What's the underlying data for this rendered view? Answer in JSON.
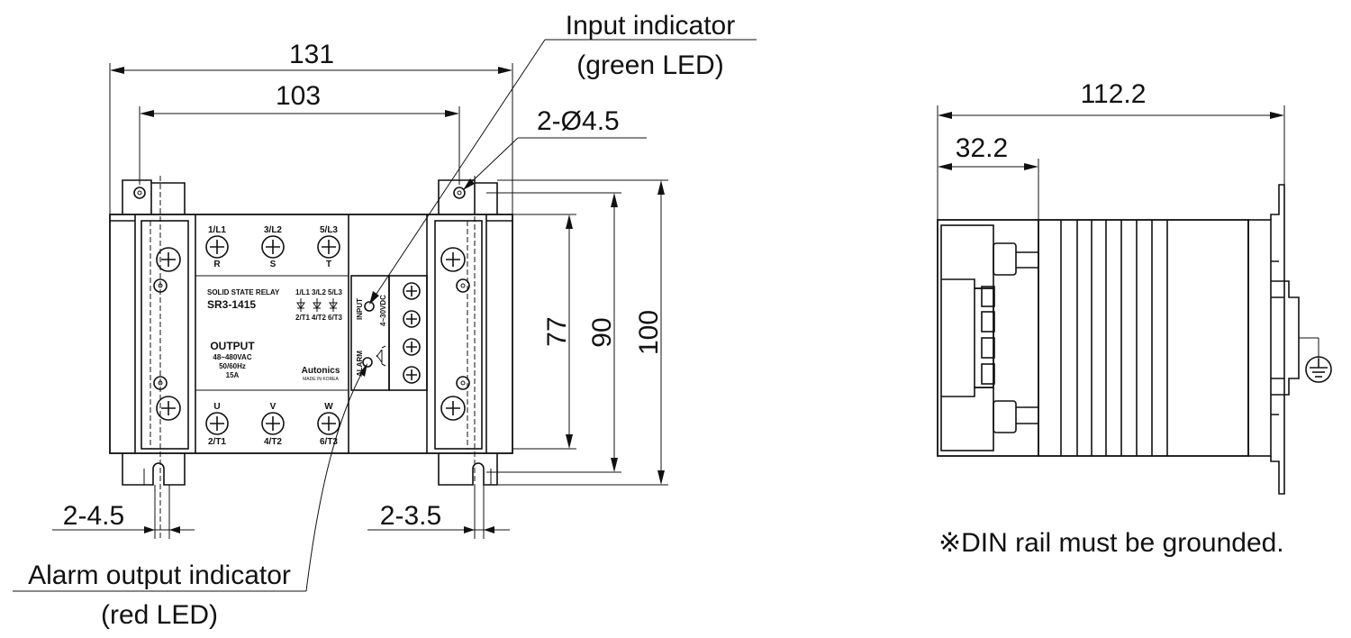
{
  "front_view": {
    "dims": {
      "overall_width": "131",
      "mount_spacing": "103",
      "height_inner": "77",
      "height_mid": "90",
      "height_total": "100",
      "hole_spec": "2-Ø4.5",
      "slot_left": "2-4.5",
      "slot_right": "2-3.5"
    },
    "callouts": {
      "input_indicator_line1": "Input indicator",
      "input_indicator_line2": "(green LED)",
      "alarm_indicator_line1": "Alarm output  indicator",
      "alarm_indicator_line2": "(red LED)"
    },
    "faceplate": {
      "top_terminals": [
        "1/L1",
        "3/L2",
        "5/L3"
      ],
      "top_phase": [
        "R",
        "S",
        "T"
      ],
      "bottom_terminals_top": [
        "U",
        "V",
        "W"
      ],
      "bottom_terminals_bottom": [
        "2/T1",
        "4/T2",
        "6/T3"
      ],
      "product_type": "SOLID STATE RELAY",
      "model": "SR3-1415",
      "output_title": "OUTPUT",
      "output_voltage": "48~480VAC",
      "output_freq": "50/60Hz",
      "output_current": "15A",
      "brand": "Autonics",
      "made_in": "MADE IN KOREA",
      "mini_top": [
        "1/L1",
        "3/L2",
        "5/L3"
      ],
      "mini_bottom": [
        "2/T1",
        "4/T2",
        "6/T3"
      ],
      "input_label": "INPUT",
      "input_range": "4~30VDC",
      "alarm_label": "ALARM"
    }
  },
  "side_view": {
    "dims": {
      "overall_depth": "112.2",
      "terminal_depth": "32.2"
    },
    "icons": [
      "ground-icon"
    ]
  },
  "note": "※DIN rail must be grounded."
}
